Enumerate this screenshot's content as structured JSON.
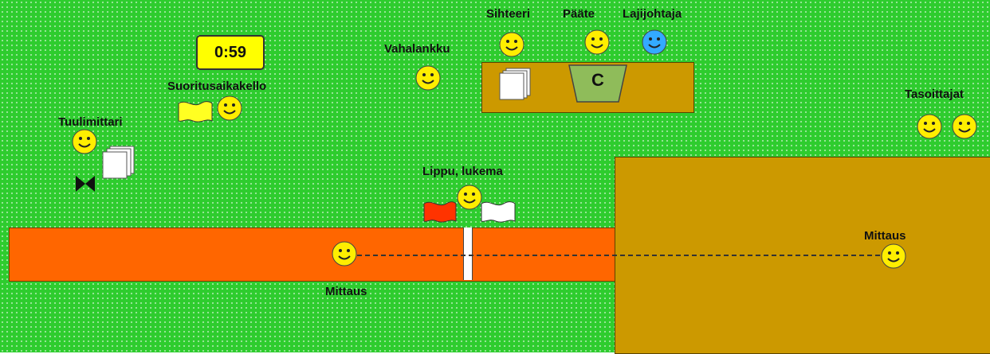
{
  "labels": {
    "clock_time": "0:59",
    "timer_operator": "Suoritusaikakello",
    "wind_gauge": "Tuulimittari",
    "board_judge": "Vahalankku",
    "secretary": "Sihteeri",
    "terminal": "Pääte",
    "event_leader": "Lajijohtaja",
    "terminal_letter": "C",
    "levelers": "Tasoittajat",
    "flag_reading": "Lippu, lukema",
    "measure_runway": "Mittaus",
    "measure_pit": "Mittaus"
  },
  "colors": {
    "grass": "#2ecc2e",
    "runway": "#ff6600",
    "pit": "#cc9900",
    "smiley_yellow": "#ffee00",
    "smiley_blue": "#33aaff",
    "red_flag": "#ff3300",
    "yellow_flag": "#ffff22"
  }
}
